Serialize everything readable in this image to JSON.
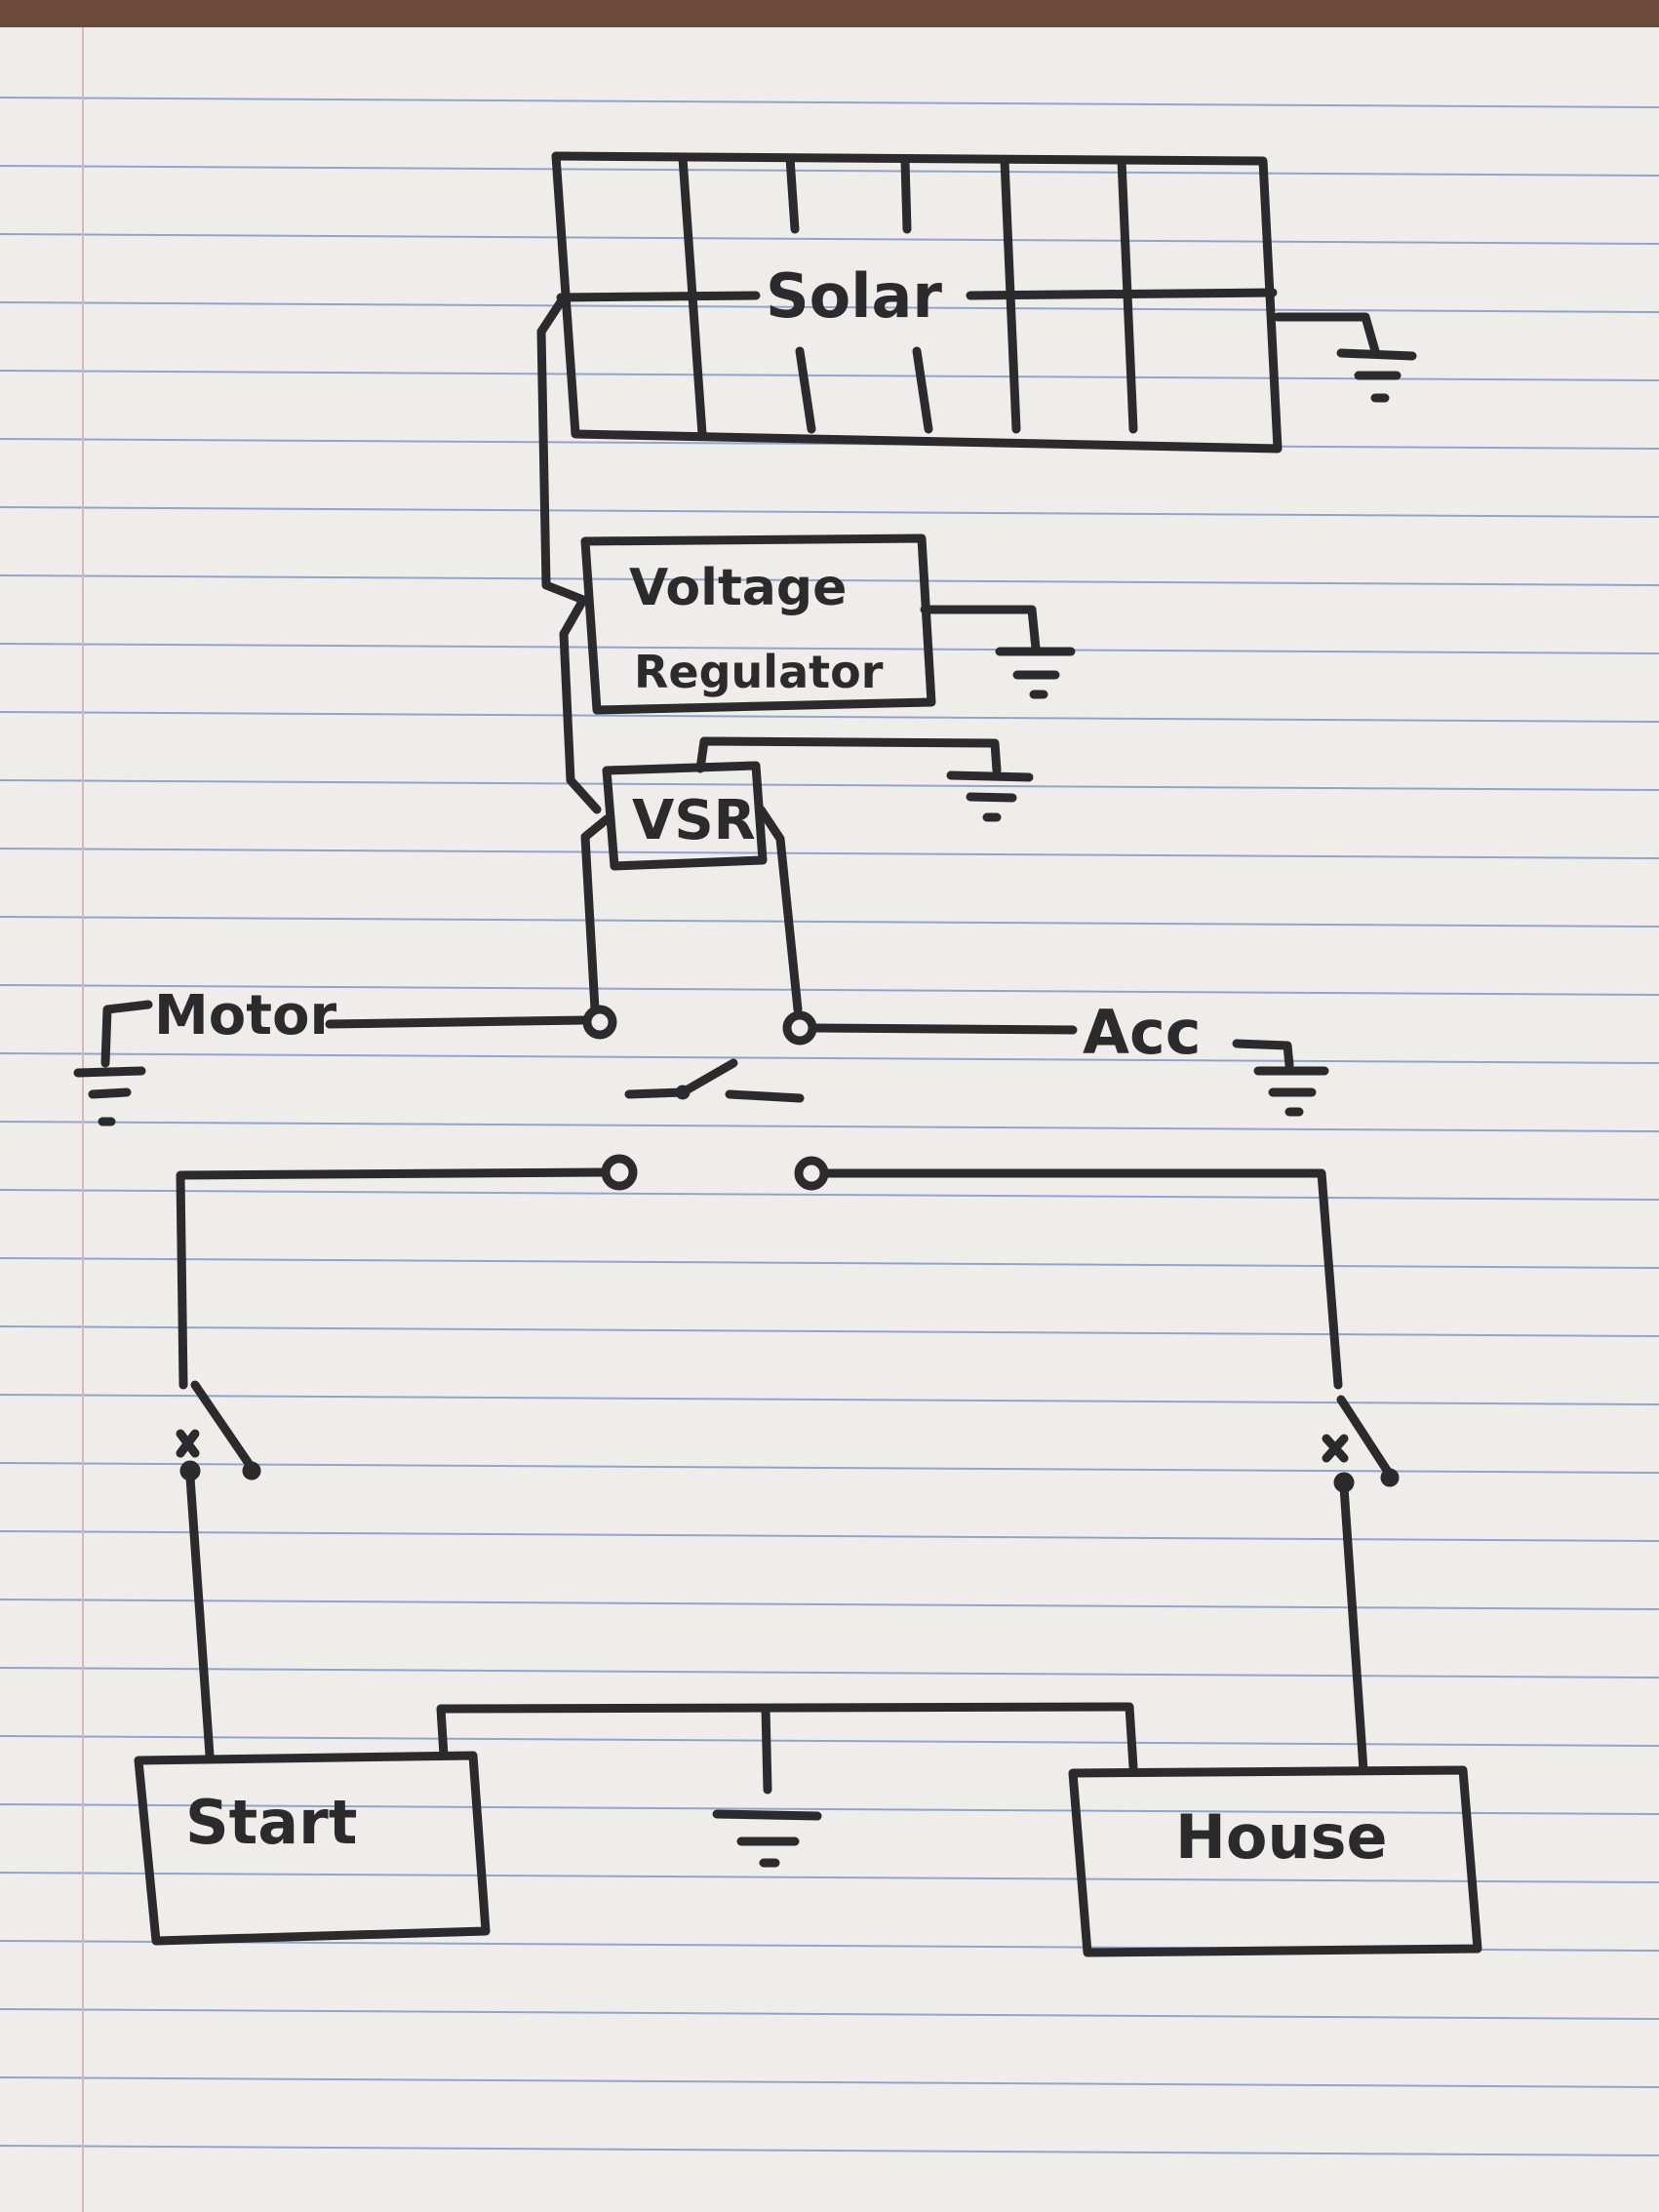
{
  "paper": {
    "ruling_color": "#8fa4cf",
    "margin_color": "#d9b9b7",
    "ink_color": "#2b2b2d",
    "table_edge_color": "#6b4a3a"
  },
  "labels": {
    "solar": "Solar",
    "voltage": "Voltage",
    "regulator": "Regulator",
    "vsr": "VSR",
    "motor": "Motor",
    "acc": "Acc",
    "start": "Start",
    "house": "House"
  }
}
